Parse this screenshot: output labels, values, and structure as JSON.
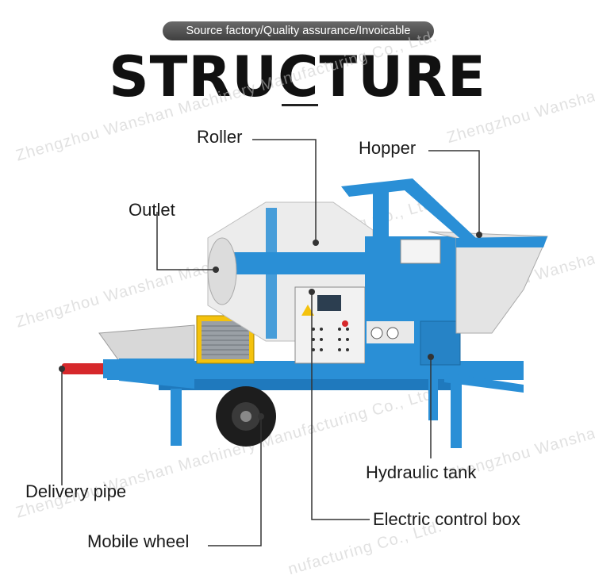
{
  "banner": "Source factory/Quality assurance/Invoicable",
  "title": "STRUCTURE",
  "labels": {
    "roller": "Roller",
    "hopper": "Hopper",
    "outlet": "Outlet",
    "delivery_pipe": "Delivery pipe",
    "hydraulic_tank": "Hydraulic tank",
    "electric_control_box": "Electric control box",
    "mobile_wheel": "Mobile wheel"
  },
  "watermark": {
    "line1": "Zhengzhou Wanshan Machinery Manufacturing Co., Ltd.",
    "line2": "Zhengzhou Wanshan",
    "line3": "nufacturing Co., Ltd."
  },
  "colors": {
    "machine_blue": "#2a8fd6",
    "leader_line": "#333333"
  }
}
